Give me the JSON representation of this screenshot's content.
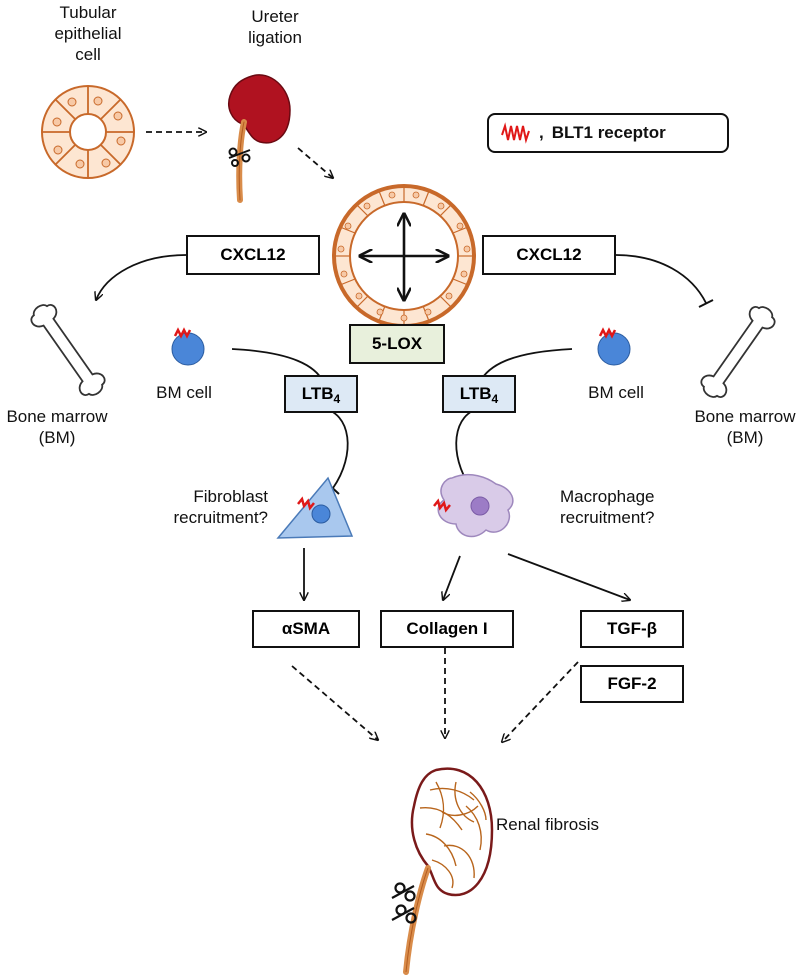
{
  "labels": {
    "tubular_cell": [
      "Tubular",
      "epithelial",
      "cell"
    ],
    "ureter_ligation": [
      "Ureter",
      "ligation"
    ],
    "bm_cell_left": "BM cell",
    "bm_cell_right": "BM cell",
    "bone_marrow_left": [
      "Bone marrow",
      "(BM)"
    ],
    "bone_marrow_right": [
      "Bone marrow",
      "(BM)"
    ],
    "fibroblast": [
      "Fibroblast",
      "recruitment?"
    ],
    "macrophage": [
      "Macrophage",
      "recruitment?"
    ],
    "renal_fibrosis": "Renal fibrosis"
  },
  "legend": {
    "separator": ",",
    "text": "BLT1 receptor"
  },
  "boxes": {
    "cxcl12_left": "CXCL12",
    "cxcl12_right": "CXCL12",
    "five_lox": "5-LOX",
    "ltb4_left": {
      "base": "LTB",
      "sub": "4"
    },
    "ltb4_right": {
      "base": "LTB",
      "sub": "4"
    },
    "asma": "αSMA",
    "collagen": "Collagen I",
    "tgfb": "TGF-β",
    "fgf2": "FGF-2"
  },
  "colors": {
    "tubule_orange": "#c8692a",
    "tubule_fill": "#fde6d2",
    "kidney_red": "#b01220",
    "receptor_red": "#e01818",
    "bm_cell_blue": "#4a86d8",
    "fibroblast_blue": "#a9c8ee",
    "macrophage_purple": "#d9cbe8",
    "ltb4_box": "#dde9f5",
    "lox_box": "#e8f0dc",
    "fibrosis_kidney_border": "#7a1a1a"
  }
}
